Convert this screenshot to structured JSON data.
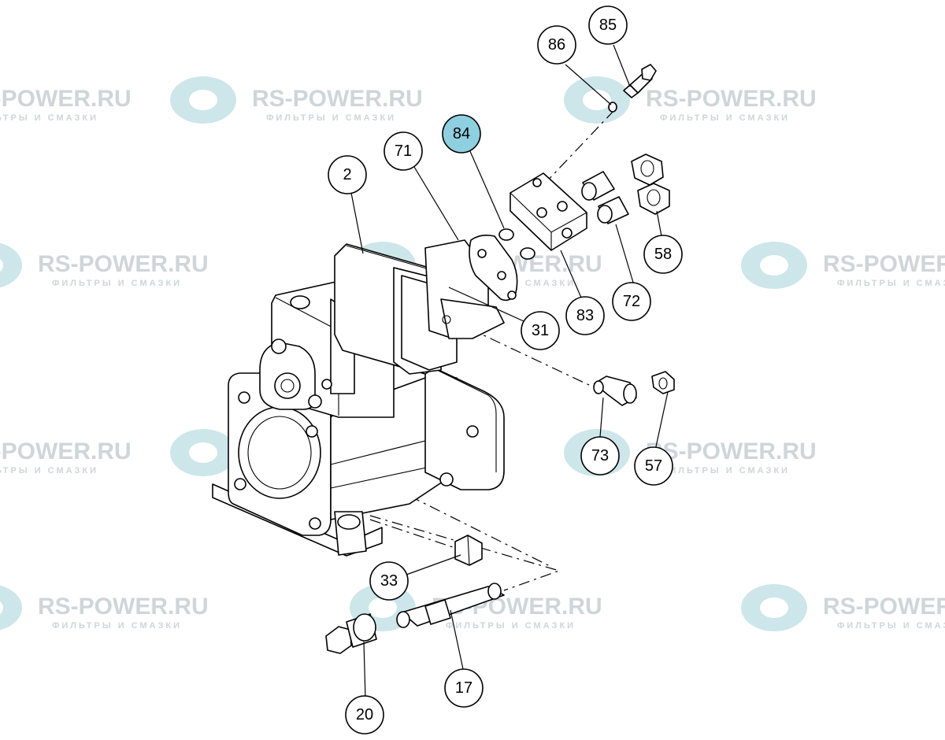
{
  "watermark": {
    "title": "RS-POWER.RU",
    "subtitle": "ФИЛЬТРЫ И СМАЗКИ",
    "color": "#cfd5d9",
    "logo_color": "#cde6ea"
  },
  "highlight_color": "#8ecfe0",
  "callouts": [
    {
      "id": "c85",
      "label": "85",
      "highlighted": false
    },
    {
      "id": "c86",
      "label": "86",
      "highlighted": false
    },
    {
      "id": "c84",
      "label": "84",
      "highlighted": true
    },
    {
      "id": "c71",
      "label": "71",
      "highlighted": false
    },
    {
      "id": "c2",
      "label": "2",
      "highlighted": false
    },
    {
      "id": "c58",
      "label": "58",
      "highlighted": false
    },
    {
      "id": "c72",
      "label": "72",
      "highlighted": false
    },
    {
      "id": "c83",
      "label": "83",
      "highlighted": false
    },
    {
      "id": "c31",
      "label": "31",
      "highlighted": false
    },
    {
      "id": "c73",
      "label": "73",
      "highlighted": false
    },
    {
      "id": "c57",
      "label": "57",
      "highlighted": false
    },
    {
      "id": "c33",
      "label": "33",
      "highlighted": false
    },
    {
      "id": "c17",
      "label": "17",
      "highlighted": false
    },
    {
      "id": "c20",
      "label": "20",
      "highlighted": false
    }
  ]
}
